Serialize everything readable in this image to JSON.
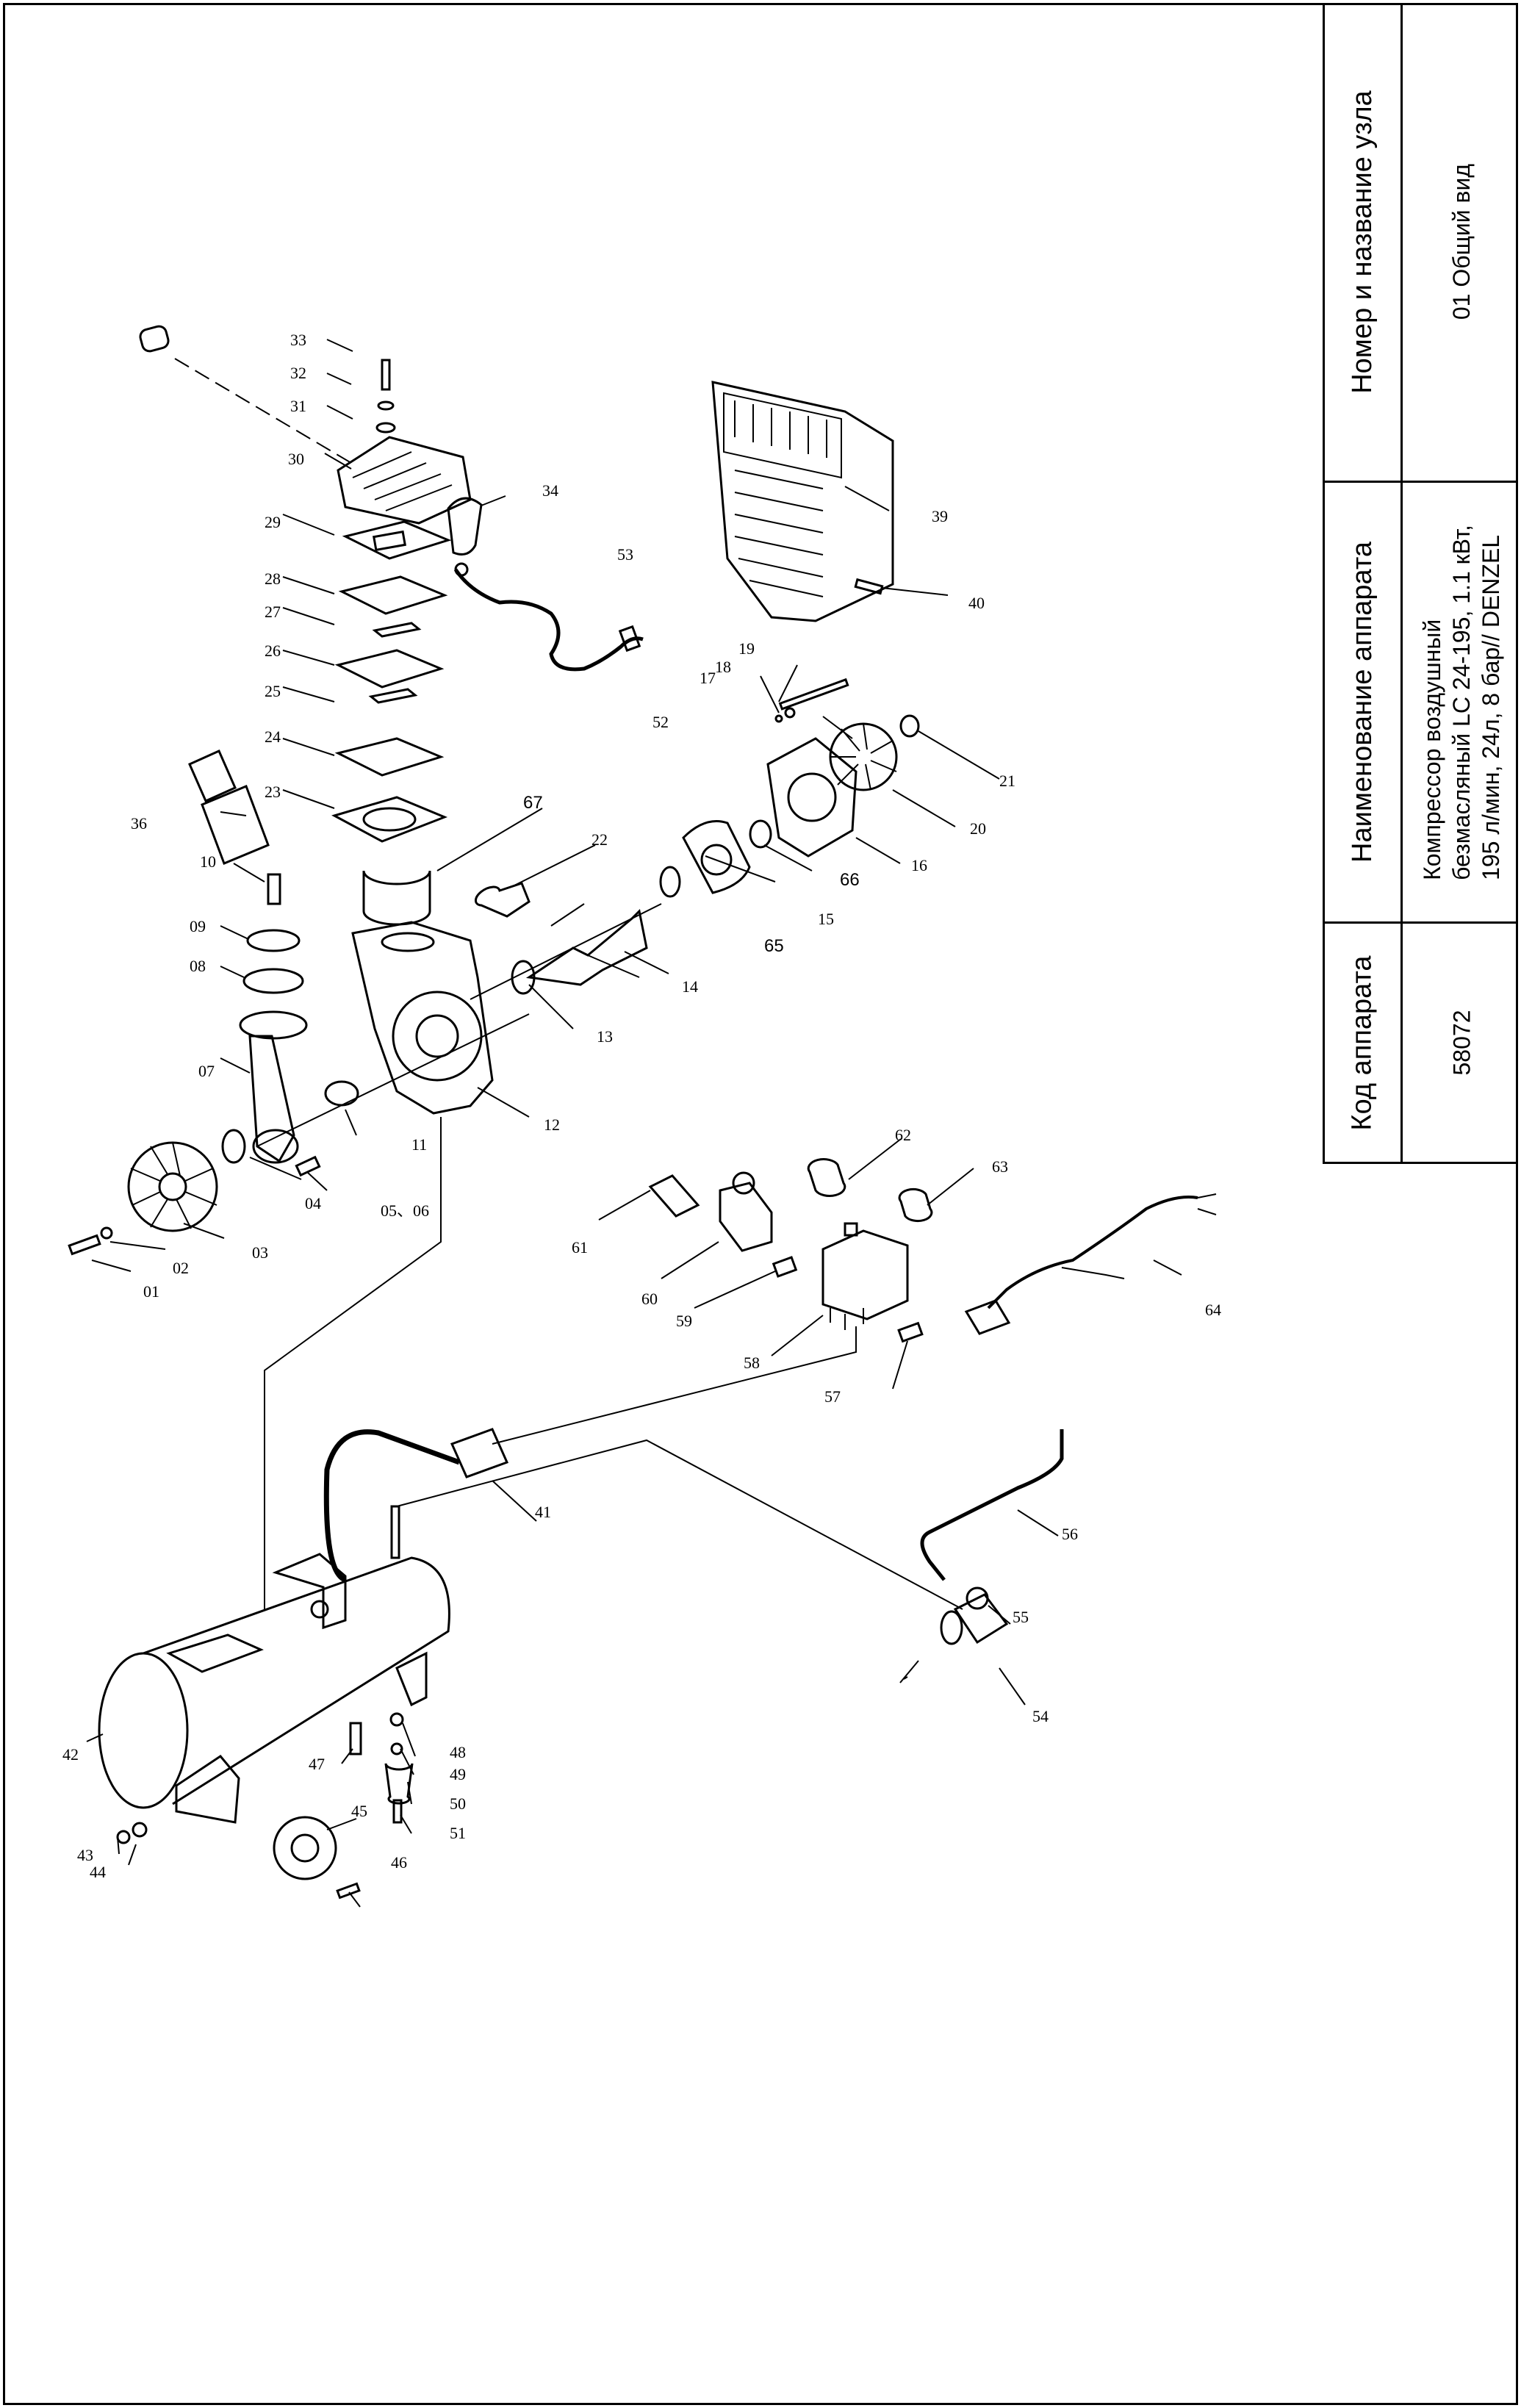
{
  "title_block": {
    "col_headers": {
      "node": "Номер и название узла",
      "device_name": "Наименование аппарата",
      "device_code": "Код аппарата"
    },
    "values": {
      "node": "01 Общий вид",
      "device_name_lines": [
        "Компрессор воздушный",
        "безмасляный LC 24-195, 1.1 кВт,",
        "195 л/мин, 24л, 8 бар// DENZEL"
      ],
      "device_code": "58072"
    }
  },
  "diagram": {
    "part_labels": {
      "p01": "01",
      "p02": "02",
      "p03": "03",
      "p04": "04",
      "p0506": "05、06",
      "p07": "07",
      "p08": "08",
      "p09": "09",
      "p10": "10",
      "p11": "11",
      "p12": "12",
      "p13": "13",
      "p14": "14",
      "p15": "15",
      "p16": "16",
      "p17": "17",
      "p18": "18",
      "p19": "19",
      "p20": "20",
      "p21": "21",
      "p22": "22",
      "p23": "23",
      "p24": "24",
      "p25": "25",
      "p26": "26",
      "p27": "27",
      "p28": "28",
      "p29": "29",
      "p30": "30",
      "p31": "31",
      "p32": "32",
      "p33": "33",
      "p34": "34",
      "p36": "36",
      "p39": "39",
      "p40": "40",
      "p41": "41",
      "p42": "42",
      "p43": "43",
      "p44": "44",
      "p45": "45",
      "p46": "46",
      "p47": "47",
      "p48": "48",
      "p49": "49",
      "p50": "50",
      "p51": "51",
      "p52": "52",
      "p53": "53",
      "p54": "54",
      "p55": "55",
      "p56": "56",
      "p57": "57",
      "p58": "58",
      "p59": "59",
      "p60": "60",
      "p61": "61",
      "p62": "62",
      "p63": "63",
      "p64": "64",
      "p65": "65",
      "p66": "66",
      "p67": "67"
    }
  }
}
